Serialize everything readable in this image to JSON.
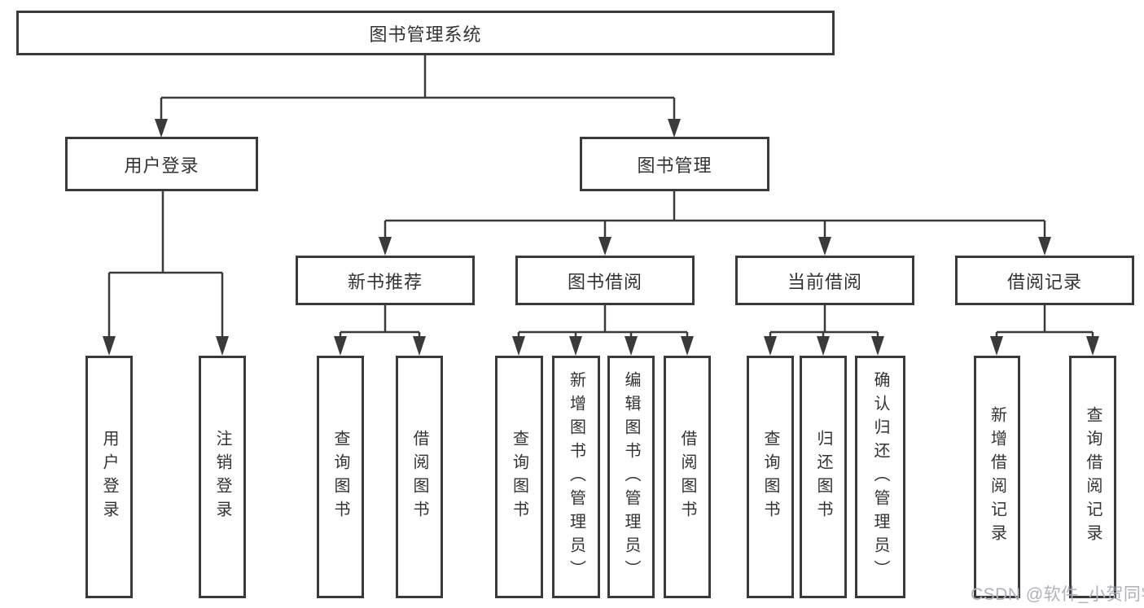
{
  "tree": {
    "label": "图书管理系统",
    "children": [
      {
        "label": "用户登录",
        "children": [
          {
            "label": "用户登录"
          },
          {
            "label": "注销登录"
          }
        ]
      },
      {
        "label": "图书管理",
        "children": [
          {
            "label": "新书推荐",
            "children": [
              {
                "label": "查询图书"
              },
              {
                "label": "借阅图书"
              }
            ]
          },
          {
            "label": "图书借阅",
            "children": [
              {
                "label": "查询图书"
              },
              {
                "label": "新增图书（管理员）"
              },
              {
                "label": "编辑图书（管理员）"
              },
              {
                "label": "借阅图书"
              }
            ]
          },
          {
            "label": "当前借阅",
            "children": [
              {
                "label": "查询图书"
              },
              {
                "label": "归还图书"
              },
              {
                "label": "确认归还（管理员）"
              }
            ]
          },
          {
            "label": "借阅记录",
            "children": [
              {
                "label": "新增借阅记录"
              },
              {
                "label": "查询借阅记录"
              }
            ]
          }
        ]
      }
    ]
  },
  "watermark": {
    "text": "CSDN @软件_小贺同学",
    "color": "#afb1bb"
  },
  "colors": {
    "line": "#3a3a3a",
    "text": "#333333",
    "background": "#ffffff"
  }
}
